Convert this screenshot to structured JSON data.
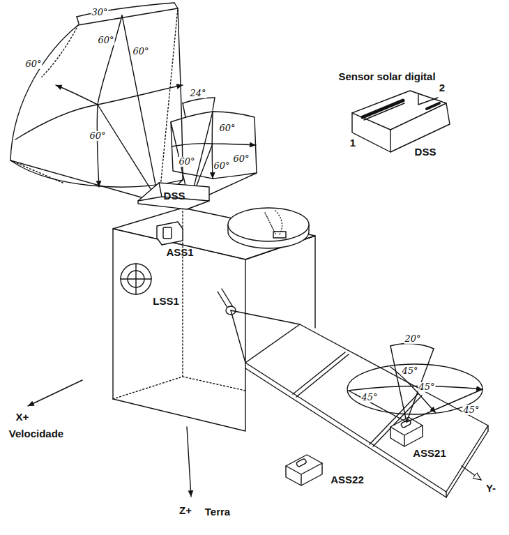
{
  "diagram": {
    "labels": [
      "30°",
      "60°",
      "60°",
      "60°",
      "60°",
      "24°",
      "60°",
      "60°",
      "60°",
      "60°",
      "20°",
      "45°",
      "45°",
      "45°",
      "45°",
      "Sensor solar digital",
      "2",
      "DSS",
      "1",
      "DSS",
      "ASS1",
      "LSS1",
      "ASS21",
      "ASS22",
      "X+",
      "Velocidade",
      "Z+",
      "Terra",
      "Y-"
    ]
  }
}
